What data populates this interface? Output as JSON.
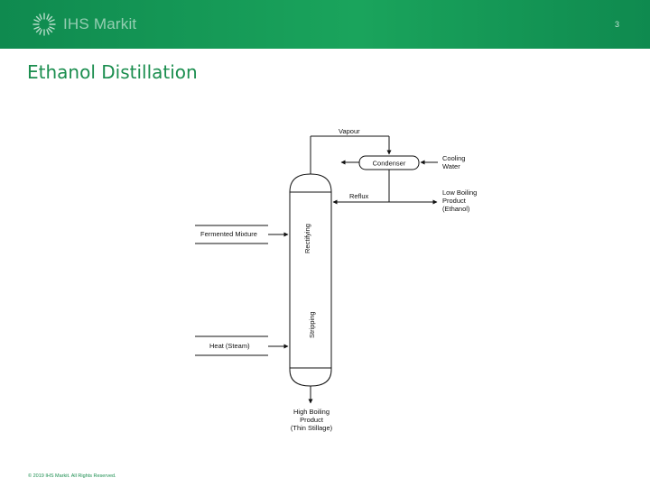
{
  "header": {
    "brand": "IHS Markit",
    "page_number": "3",
    "colors": {
      "bar": "#1aa45c",
      "title": "#1b8e4f"
    }
  },
  "slide": {
    "title": "Ethanol Distillation",
    "footer": "© 2019 IHS Markit. All Rights Reserved."
  },
  "diagram": {
    "labels": {
      "vapour": "Vapour",
      "condenser": "Condenser",
      "cooling_1": "Cooling",
      "cooling_2": "Water",
      "reflux": "Reflux",
      "low_1": "Low Boiling",
      "low_2": "Product",
      "low_3": "(Ethanol)",
      "feed": "Fermented Mixture",
      "heat": "Heat (Steam)",
      "rectifying": "Rectifying",
      "stripping": "Stripping",
      "high_1": "High Boiling",
      "high_2": "Product",
      "high_3": "(Thin Stillage)"
    }
  }
}
